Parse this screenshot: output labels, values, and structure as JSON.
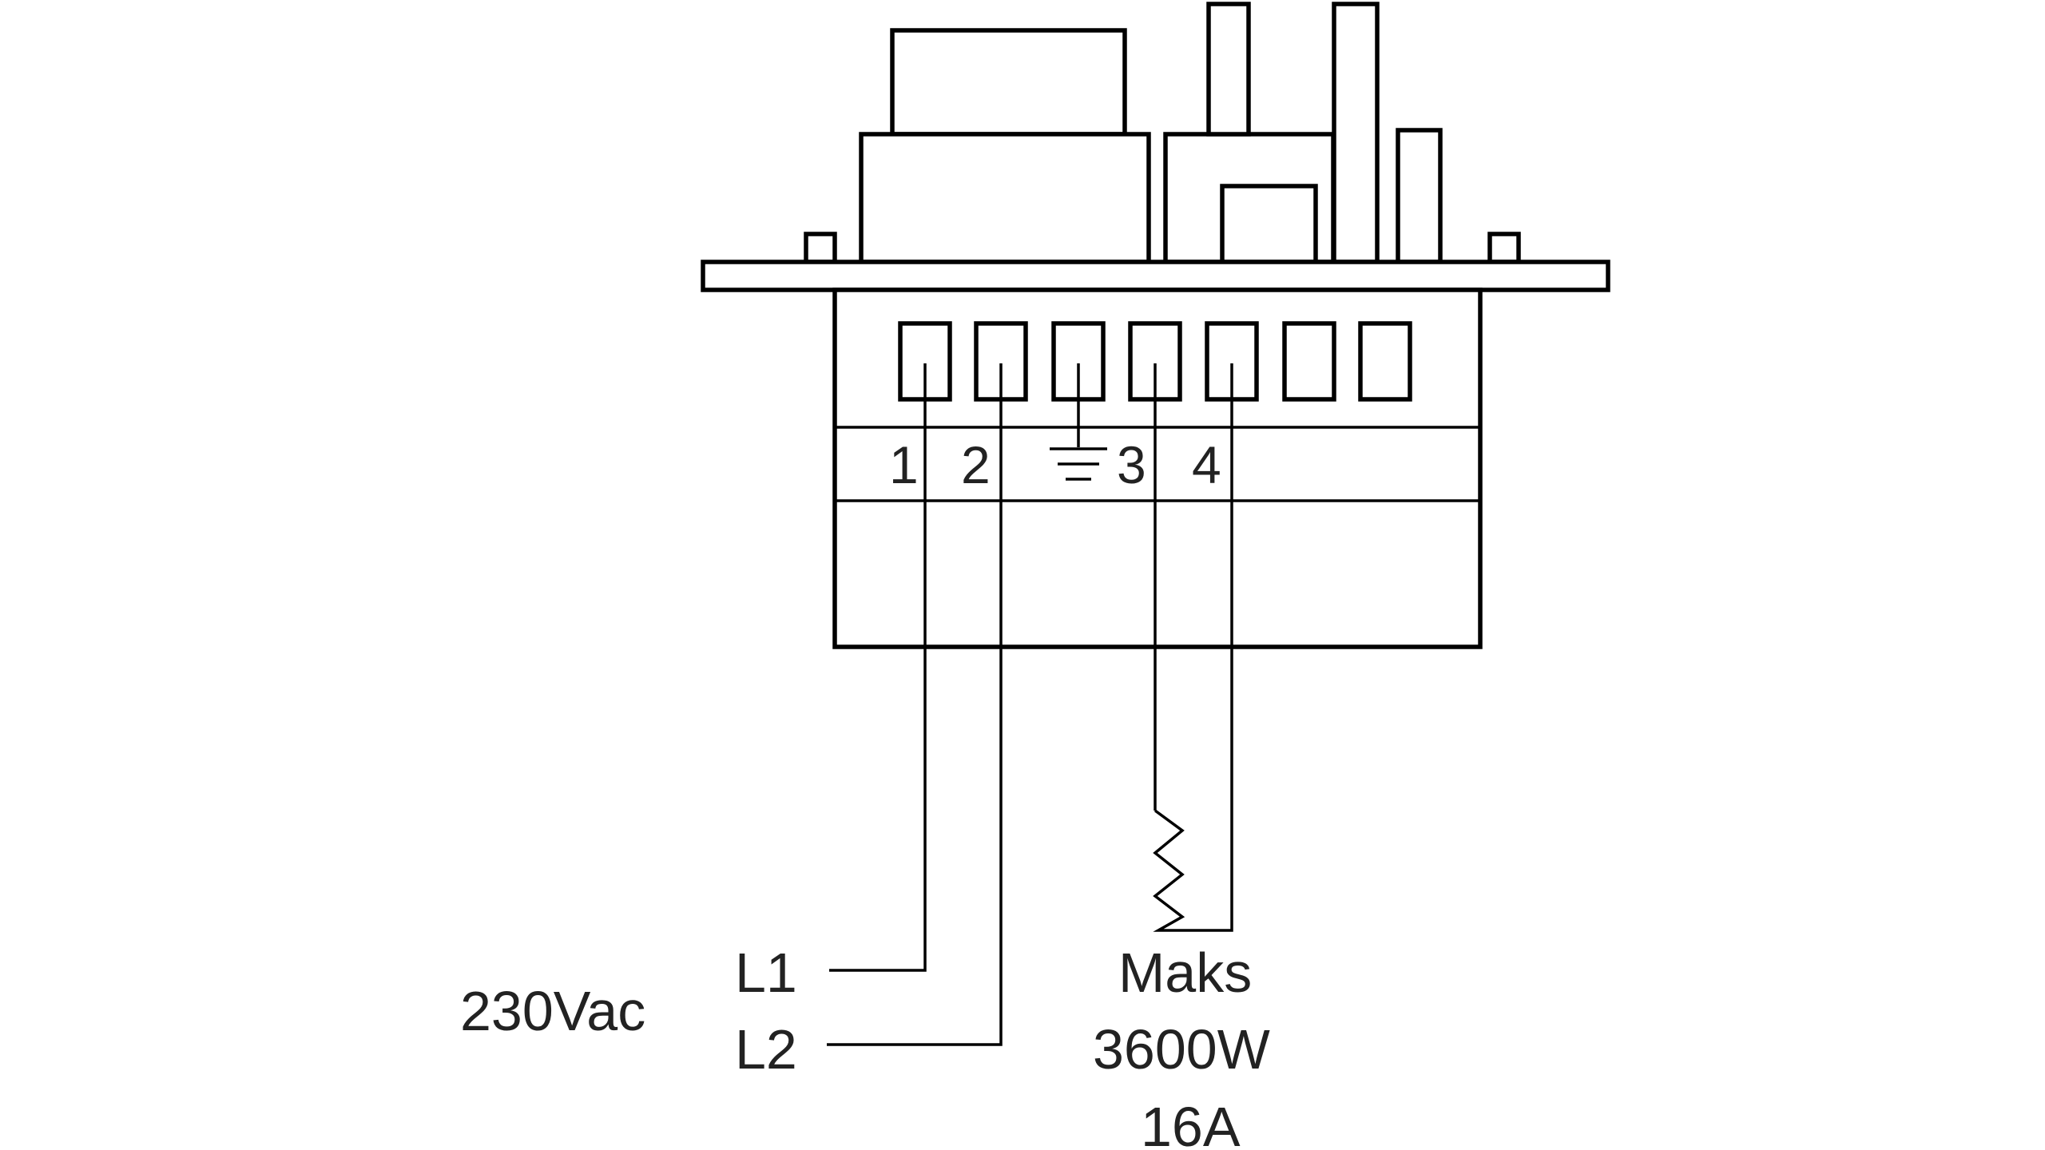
{
  "diagram": {
    "terminals": [
      "1",
      "2",
      "3",
      "4"
    ],
    "supply": {
      "voltage": "230Vac",
      "line1": "L1",
      "line2": "L2"
    },
    "load": {
      "line1": "Maks",
      "line2": "3600W",
      "line3": "16A"
    },
    "icons": [
      "ground-icon",
      "resistor-icon"
    ],
    "colors": {
      "line": "#000000",
      "background": "#ffffff"
    }
  }
}
